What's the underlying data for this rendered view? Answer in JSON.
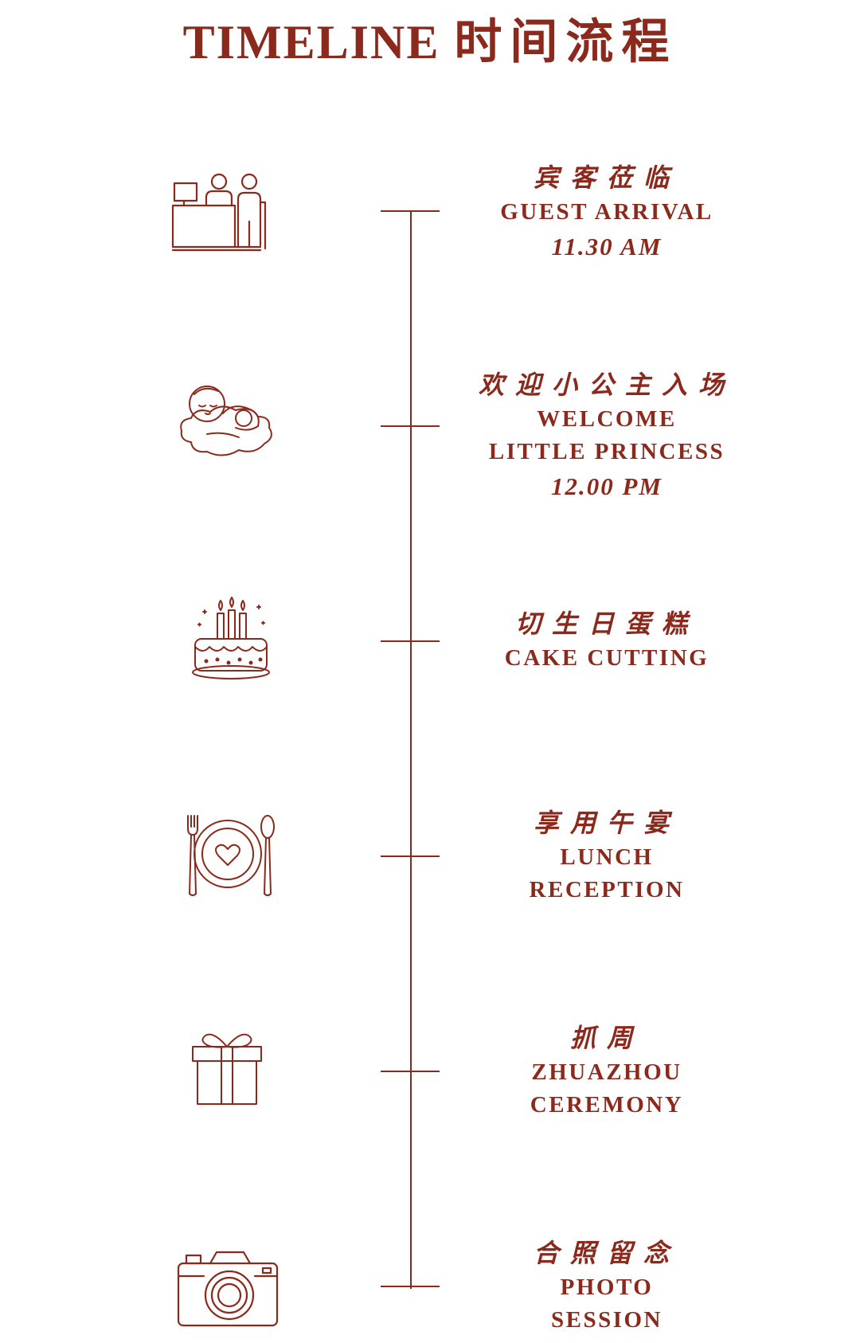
{
  "header": {
    "title_en": "TIMELINE",
    "title_cn": "时间流程"
  },
  "events": [
    {
      "cn": "宾客莅临",
      "en_lines": [
        "GUEST ARRIVAL"
      ],
      "time": "11.30 AM",
      "icon": "reception-desk-icon"
    },
    {
      "cn": "欢迎小公主入场",
      "en_lines": [
        "WELCOME",
        "LITTLE PRINCESS"
      ],
      "time": "12.00 PM",
      "icon": "sleeping-baby-cloud-icon"
    },
    {
      "cn": "切生日蛋糕",
      "en_lines": [
        "CAKE CUTTING"
      ],
      "time": "",
      "icon": "birthday-cake-icon"
    },
    {
      "cn": "享用午宴",
      "en_lines": [
        "LUNCH",
        "RECEPTION"
      ],
      "time": "",
      "icon": "plate-cutlery-icon"
    },
    {
      "cn": "抓周",
      "en_lines": [
        "ZHUAZHOU",
        "CEREMONY"
      ],
      "time": "",
      "icon": "gift-box-icon"
    },
    {
      "cn": "合照留念",
      "en_lines": [
        "PHOTO",
        "SESSION"
      ],
      "time": "",
      "icon": "camera-icon"
    }
  ],
  "colors": {
    "accent": "#8b2a1c",
    "background": "#ffffff"
  }
}
